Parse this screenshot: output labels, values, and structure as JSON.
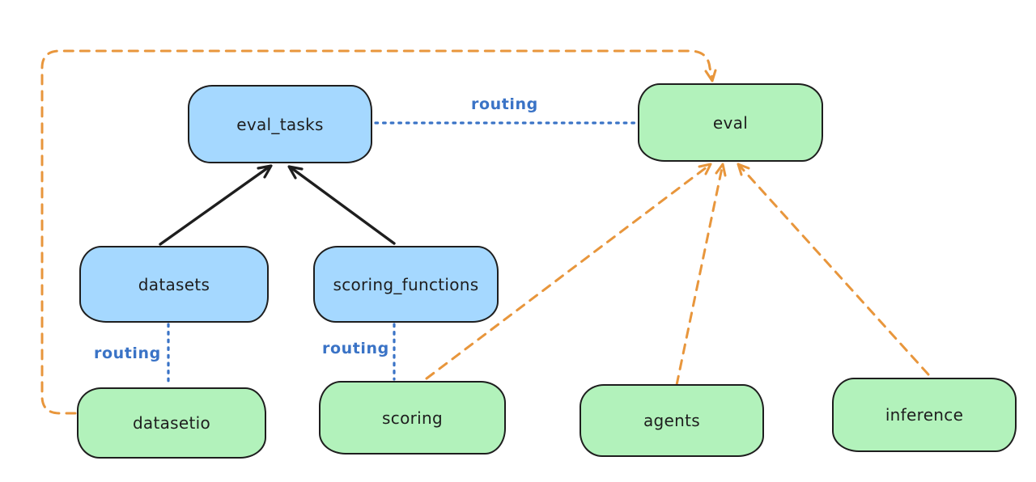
{
  "diagram": {
    "nodes": [
      {
        "id": "eval_tasks",
        "label": "eval_tasks",
        "fill": "blue"
      },
      {
        "id": "eval",
        "label": "eval",
        "fill": "green"
      },
      {
        "id": "datasets",
        "label": "datasets",
        "fill": "blue"
      },
      {
        "id": "scoring_functions",
        "label": "scoring_functions",
        "fill": "blue"
      },
      {
        "id": "datasetio",
        "label": "datasetio",
        "fill": "green"
      },
      {
        "id": "scoring",
        "label": "scoring",
        "fill": "green"
      },
      {
        "id": "agents",
        "label": "agents",
        "fill": "green"
      },
      {
        "id": "inference",
        "label": "inference",
        "fill": "green"
      }
    ],
    "edges": [
      {
        "from": "datasets",
        "to": "eval_tasks",
        "style": "solid-arrow",
        "color": "#1e1e1e",
        "label": ""
      },
      {
        "from": "scoring_functions",
        "to": "eval_tasks",
        "style": "solid-arrow",
        "color": "#1e1e1e",
        "label": ""
      },
      {
        "from": "eval_tasks",
        "to": "eval",
        "style": "dotted",
        "color": "#3a73c6",
        "label": "routing"
      },
      {
        "from": "datasets",
        "to": "datasetio",
        "style": "dotted",
        "color": "#3a73c6",
        "label": "routing"
      },
      {
        "from": "scoring_functions",
        "to": "scoring",
        "style": "dotted",
        "color": "#3a73c6",
        "label": "routing"
      },
      {
        "from": "datasetio",
        "to": "eval",
        "style": "dashed-arrow",
        "color": "#e8963c",
        "label": ""
      },
      {
        "from": "scoring",
        "to": "eval",
        "style": "dashed-arrow",
        "color": "#e8963c",
        "label": ""
      },
      {
        "from": "agents",
        "to": "eval",
        "style": "dashed-arrow",
        "color": "#e8963c",
        "label": ""
      },
      {
        "from": "inference",
        "to": "eval",
        "style": "dashed-arrow",
        "color": "#e8963c",
        "label": ""
      }
    ],
    "colors": {
      "background": "#ffffff",
      "node_stroke": "#1e1e1e",
      "blue_fill": "#a5d8ff",
      "green_fill": "#b2f2bb",
      "routing_blue": "#3a73c6",
      "orange": "#e8963c",
      "label_text": "#1e1e1e"
    }
  }
}
